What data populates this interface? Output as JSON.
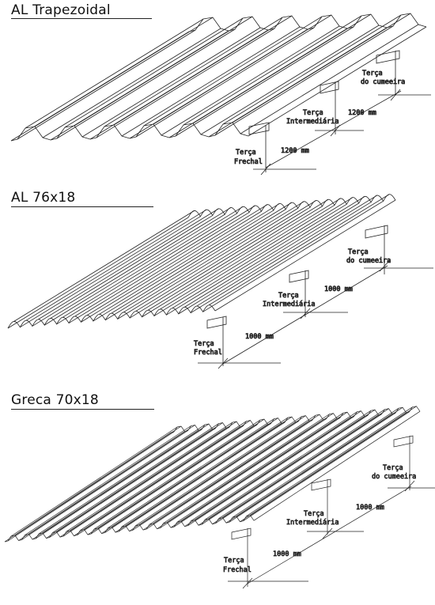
{
  "sections": [
    {
      "title": "AL Trapezoidal",
      "labels": {
        "cumeeira_1": "Terça",
        "cumeeira_2": "do cumeeira",
        "intermediaria_1": "Terça",
        "intermediaria_2": "Intermediária",
        "frechal_1": "Terça",
        "frechal_2": "Frechal",
        "dim_upper": "1200 mm",
        "dim_lower": "1200 mm"
      }
    },
    {
      "title": "AL 76x18",
      "labels": {
        "cumeeira_1": "Terça",
        "cumeeira_2": "do cumeeira",
        "intermediaria_1": "Terça",
        "intermediaria_2": "Intermediária",
        "frechal_1": "Terça",
        "frechal_2": "Frechal",
        "dim_upper": "1000 mm",
        "dim_lower": "1000 mm"
      }
    },
    {
      "title": "Greca 70x18",
      "labels": {
        "cumeeira_1": "Terça",
        "cumeeira_2": "do cumeeira",
        "intermediaria_1": "Terça",
        "intermediaria_2": "Intermediária",
        "frechal_1": "Terça",
        "frechal_2": "Frechal",
        "dim_upper": "1000 mm",
        "dim_lower": "1000 mm"
      }
    }
  ]
}
